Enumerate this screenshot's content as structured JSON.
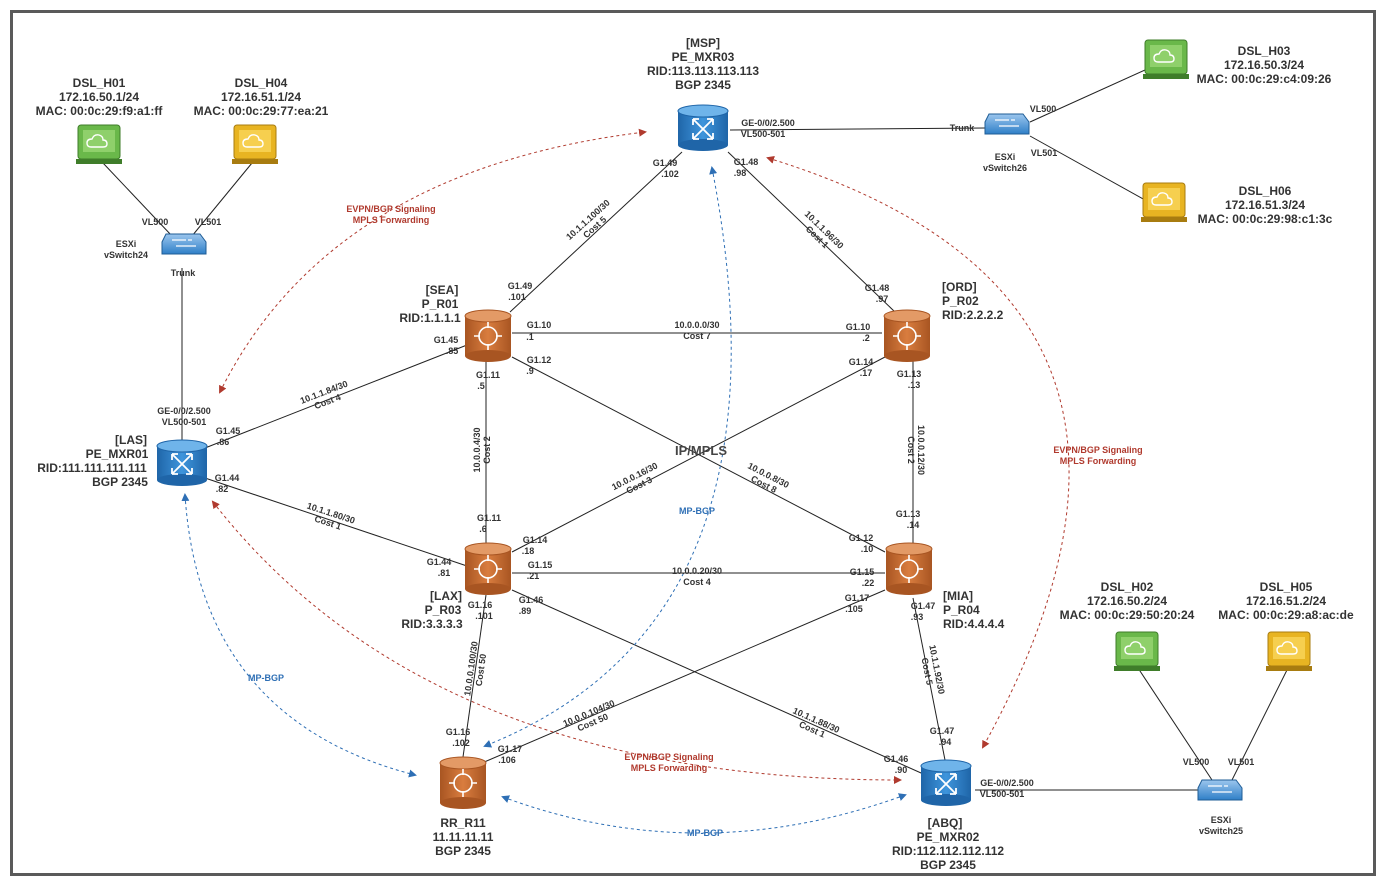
{
  "core_label": "IP/MPLS",
  "nodes": {
    "msp": {
      "site": "[MSP]",
      "name": "PE_MXR03",
      "rid": "RID:113.113.113.113",
      "bgp": "BGP 2345"
    },
    "las": {
      "site": "[LAS]",
      "name": "PE_MXR01",
      "rid": "RID:111.111.111.111",
      "bgp": "BGP 2345"
    },
    "abq": {
      "site": "[ABQ]",
      "name": "PE_MXR02",
      "rid": "RID:112.112.112.112",
      "bgp": "BGP 2345"
    },
    "sea": {
      "site": "[SEA]",
      "name": "P_R01",
      "rid": "RID:1.1.1.1"
    },
    "ord": {
      "site": "[ORD]",
      "name": "P_R02",
      "rid": "RID:2.2.2.2"
    },
    "lax": {
      "site": "[LAX]",
      "name": "P_R03",
      "rid": "RID:3.3.3.3"
    },
    "mia": {
      "site": "[MIA]",
      "name": "P_R04",
      "rid": "RID:4.4.4.4"
    },
    "rr": {
      "name": "RR_R11",
      "rid": "11.11.11.11",
      "bgp": "BGP 2345"
    }
  },
  "hosts": {
    "h01": {
      "name": "DSL_H01",
      "ip": "172.16.50.1/24",
      "mac": "MAC: 00:0c:29:f9:a1:ff"
    },
    "h04": {
      "name": "DSL_H04",
      "ip": "172.16.51.1/24",
      "mac": "MAC: 00:0c:29:77:ea:21"
    },
    "h03": {
      "name": "DSL_H03",
      "ip": "172.16.50.3/24",
      "mac": "MAC: 00:0c:29:c4:09:26"
    },
    "h06": {
      "name": "DSL_H06",
      "ip": "172.16.51.3/24",
      "mac": "MAC: 00:0c:29:98:c1:3c"
    },
    "h02": {
      "name": "DSL_H02",
      "ip": "172.16.50.2/24",
      "mac": "MAC: 00:0c:29:50:20:24"
    },
    "h05": {
      "name": "DSL_H05",
      "ip": "172.16.51.2/24",
      "mac": "MAC: 00:0c:29:a8:ac:de"
    }
  },
  "switches": {
    "sw24": {
      "l1": "ESXi",
      "l2": "vSwitch24",
      "vl500": "VL500",
      "vl501": "VL501",
      "trunk": "Trunk"
    },
    "sw26": {
      "l1": "ESXi",
      "l2": "vSwitch26",
      "vl500": "VL500",
      "vl501": "VL501",
      "trunk": "Trunk"
    },
    "sw25": {
      "l1": "ESXi",
      "l2": "vSwitch25",
      "vl500": "VL500",
      "vl501": "VL501"
    }
  },
  "links": {
    "msp_sea": {
      "net": "10.1.1.100/30",
      "cost": "Cost 5"
    },
    "msp_ord": {
      "net": "10.1.1.96/30",
      "cost": "Cost 1"
    },
    "sea_ord": {
      "net": "10.0.0.0/30",
      "cost": "Cost 7"
    },
    "las_sea": {
      "net": "10.1.1.84/30",
      "cost": "Cost 4"
    },
    "sea_lax": {
      "net": "10.0.0.4/30",
      "cost": "Cost 2"
    },
    "ord_mia": {
      "net": "10.0.0.12/30",
      "cost": "Cost 2"
    },
    "las_lax": {
      "net": "10.1.1.80/30",
      "cost": "Cost 1"
    },
    "lax_ord": {
      "net": "10.0.0.16/30",
      "cost": "Cost 3"
    },
    "sea_mia": {
      "net": "10.0.0.8/30",
      "cost": "Cost 8"
    },
    "lax_mia": {
      "net": "10.0.0.20/30",
      "cost": "Cost 4"
    },
    "lax_rr": {
      "net": "10.0.0.100/30",
      "cost": "Cost 50"
    },
    "mia_rr": {
      "net": "10.0.0.104/30",
      "cost": "Cost 50"
    },
    "lax_abq": {
      "net": "10.1.1.88/30",
      "cost": "Cost 1"
    },
    "mia_abq": {
      "net": "10.1.1.92/30",
      "cost": "Cost 5"
    }
  },
  "ifaces": {
    "msp_ge": "GE-0/0/2.500",
    "msp_vl": "VL500-501",
    "msp_g149": "G1.49",
    "msp_102": ".102",
    "msp_g148": "G1.48",
    "msp_98": ".98",
    "las_ge": "GE-0/0/2.500",
    "las_vl": "VL500-501",
    "las_g145": "G1.45",
    "las_86": ".86",
    "las_g144": "G1.44",
    "las_82": ".82",
    "abq_ge": "GE-0/0/2.500",
    "abq_vl": "VL500-501",
    "abq_g146": "G1.46",
    "abq_90": ".90",
    "abq_g147": "G1.47",
    "abq_94": ".94",
    "sea_g149": "G1.49",
    "sea_101": ".101",
    "sea_g110": "G1.10",
    "sea_1": ".1",
    "sea_g145": "G1.45",
    "sea_85": ".85",
    "sea_g112": "G1.12",
    "sea_9": ".9",
    "sea_g111": "G1.11",
    "sea_5": ".5",
    "ord_g148": "G1.48",
    "ord_97": ".97",
    "ord_g110": "G1.10",
    "ord_2": ".2",
    "ord_g114": "G1.14",
    "ord_17": ".17",
    "ord_g113": "G1.13",
    "ord_13": ".13",
    "lax_g111": "G1.11",
    "lax_6": ".6",
    "lax_g114": "G1.14",
    "lax_18": ".18",
    "lax_g115": "G1.15",
    "lax_21": ".21",
    "lax_g144": "G1.44",
    "lax_81": ".81",
    "lax_g116": "G1.16",
    "lax_101": ".101",
    "lax_g146": "G1.46",
    "lax_89": ".89",
    "mia_g113": "G1.13",
    "mia_14": ".14",
    "mia_g112": "G1.12",
    "mia_10": ".10",
    "mia_g115": "G1.15",
    "mia_22": ".22",
    "mia_g117": "G1.17",
    "mia_105": ".105",
    "mia_g147": "G1.47",
    "mia_93": ".93",
    "rr_g116": "G1.16",
    "rr_102": ".102",
    "rr_g117": "G1.17",
    "rr_106": ".106"
  },
  "overlays": {
    "sig1": "EVPN/BGP Signaling",
    "fwd1": "MPLS Forwarding",
    "sig2": "EVPN/BGP Signaling",
    "fwd2": "MPLS Forwarding",
    "sig3": "EVPN/BGP Signaling",
    "fwd3": "MPLS Forwarding",
    "mp1": "MP-BGP",
    "mp2": "MP-BGP",
    "mp3": "MP-BGP"
  },
  "colors": {
    "router_blue": "#2f7fc7",
    "router_orange": "#c7692e",
    "host_green": "#6ab84a",
    "host_yellow": "#e8b422",
    "signal_red": "#b03a2e",
    "mpbgp_blue": "#2e6fb5"
  }
}
